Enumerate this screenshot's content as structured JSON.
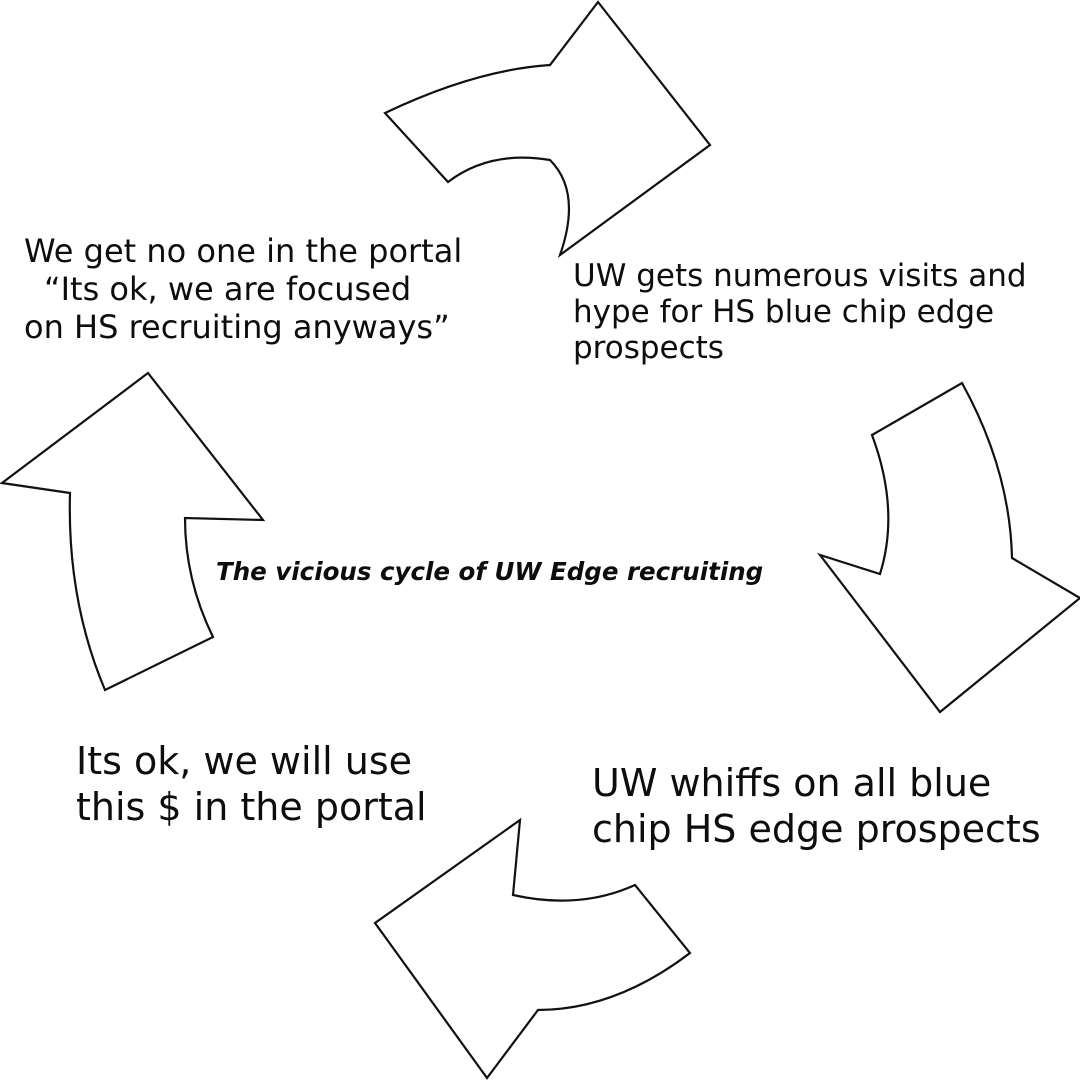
{
  "title": "The vicious cycle of UW Edge recruiting",
  "steps": {
    "top_left": {
      "line1": "We get no one in the portal",
      "line2": "“Its ok, we are focused",
      "line3": "on HS recruiting anyways”"
    },
    "top_right": {
      "line1": "UW gets numerous visits and",
      "line2": "hype for HS blue chip edge",
      "line3": "prospects"
    },
    "bottom_right": {
      "line1": "UW whiffs on all blue",
      "line2": "chip HS edge prospects"
    },
    "bottom_left": {
      "line1": "Its ok, we will use",
      "line2": "this $ in the portal"
    }
  },
  "arrows": [
    {
      "name": "arrow-top",
      "direction": "right"
    },
    {
      "name": "arrow-right",
      "direction": "down"
    },
    {
      "name": "arrow-bottom",
      "direction": "left"
    },
    {
      "name": "arrow-left",
      "direction": "up"
    }
  ],
  "colors": {
    "background": "#ffffff",
    "stroke": "#111111",
    "text": "#0d0d0d"
  }
}
